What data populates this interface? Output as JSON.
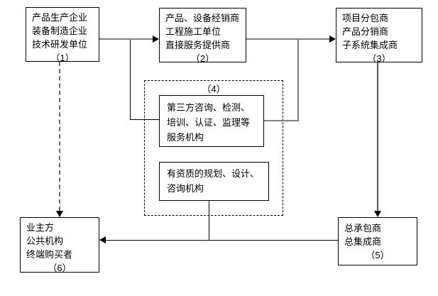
{
  "diagram": {
    "boxes": {
      "producer": {
        "lines": [
          "产品生产企业",
          "装备制造企业",
          "技术研发单位"
        ],
        "number": "（1）"
      },
      "distributor": {
        "lines": [
          "产品、设备经销商",
          "工程施工单位",
          "直接服务提供商"
        ],
        "number": "（2）"
      },
      "subcontractor": {
        "lines": [
          "项目分包商",
          "产品分销商",
          "子系统集成商"
        ],
        "number": "（3）"
      },
      "third_party_group": {
        "number": "（4）"
      },
      "third_party_service": {
        "lines": [
          "第三方咨询、检测、",
          "培训、认证、监理等",
          "服务机构"
        ]
      },
      "qualified_planning": {
        "lines": [
          "有资质的规划、设计、",
          "咨询机构"
        ]
      },
      "general_contractor": {
        "lines": [
          "总承包商",
          "总集成商"
        ],
        "number": "（5）"
      },
      "owner": {
        "lines": [
          "业主方",
          "公共机构",
          "终端购买者"
        ],
        "number": "（6）"
      }
    },
    "colors": {
      "background": "#ffffff",
      "box_border": "#000000",
      "arrow_line_gray": "#808080",
      "vertical_line_dark": "#555555",
      "dashed_line_gray": "#696969",
      "arrowhead_black": "#000000",
      "text": "#000000"
    }
  }
}
